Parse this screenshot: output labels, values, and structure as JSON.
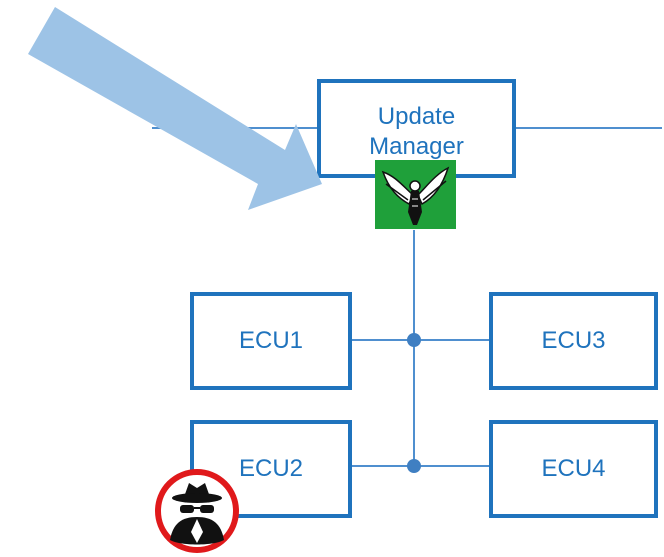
{
  "nodes": {
    "update_manager": "Update\nManager",
    "ecu1": "ECU1",
    "ecu2": "ECU2",
    "ecu3": "ECU3",
    "ecu4": "ECU4"
  },
  "colors": {
    "box_stroke": "#1f73bd",
    "wire": "#4f8fcf",
    "arrow": "#9dc3e6",
    "badge_green": "#1fa03a",
    "attacker_ring": "#e0191b"
  },
  "icons": {
    "attack_arrow": "arrow-icon",
    "secured_badge": "winged-guard-icon",
    "attacker": "spy-hacker-icon"
  }
}
